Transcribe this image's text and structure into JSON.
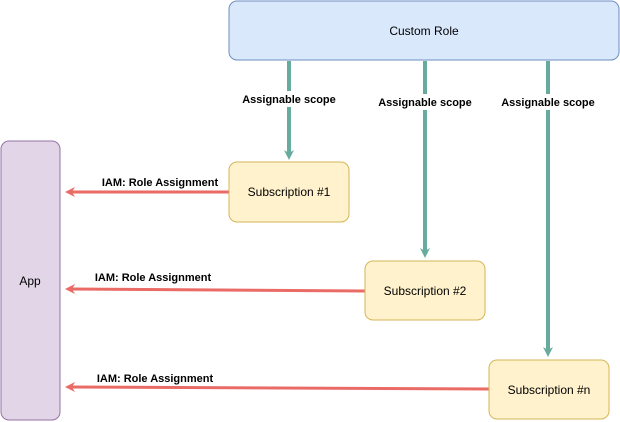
{
  "nodes": {
    "custom_role": {
      "label": "Custom Role",
      "fill": "#dae8fc",
      "stroke": "#6c8ebf"
    },
    "app": {
      "label": "App",
      "fill": "#e1d5e7",
      "stroke": "#9673a6"
    },
    "sub1": {
      "label": "Subscription #1",
      "fill": "#fff2cc",
      "stroke": "#d6b656"
    },
    "sub2": {
      "label": "Subscription #2",
      "fill": "#fff2cc",
      "stroke": "#d6b656"
    },
    "subn": {
      "label": "Subscription #n",
      "fill": "#fff2cc",
      "stroke": "#d6b656"
    }
  },
  "edges": {
    "scope1": {
      "label": "Assignable scope",
      "color": "#67ab9f"
    },
    "scope2": {
      "label": "Assignable scope",
      "color": "#67ab9f"
    },
    "scopen": {
      "label": "Assignable scope",
      "color": "#67ab9f"
    },
    "assign1": {
      "label": "IAM: Role Assignment",
      "color": "#ea6b66"
    },
    "assign2": {
      "label": "IAM: Role Assignment",
      "color": "#ea6b66"
    },
    "assignn": {
      "label": "IAM: Role Assignment",
      "color": "#ea6b66"
    }
  }
}
